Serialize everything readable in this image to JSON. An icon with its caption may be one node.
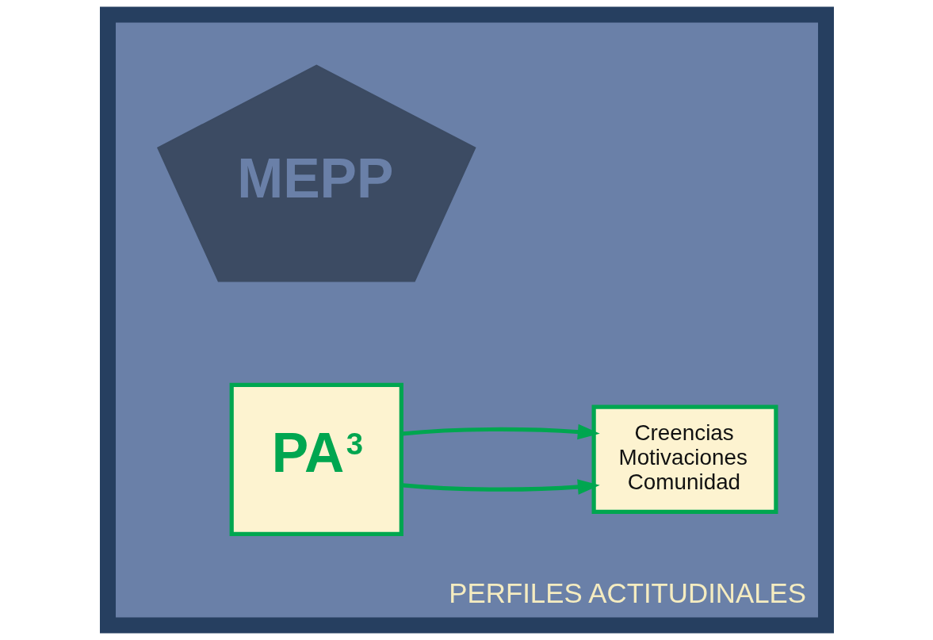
{
  "diagram": {
    "nodes": [
      {
        "text": [
          "PERFILES ACTITUDINALES"
        ]
      },
      {
        "text": [
          "MEPP"
        ],
        "in": 0
      },
      {
        "text": [
          "PA$^{3}$"
        ],
        "in": 0
      },
      {
        "text": [
          "Creencias",
          "Motivaciones",
          "Comunidad"
        ],
        "in": 0
      }
    ],
    "edges": [
      {
        "from": 2,
        "to": 3,
        "arrow": "to"
      },
      {
        "from": 2,
        "to": 3,
        "arrow": "to"
      }
    ]
  }
}
